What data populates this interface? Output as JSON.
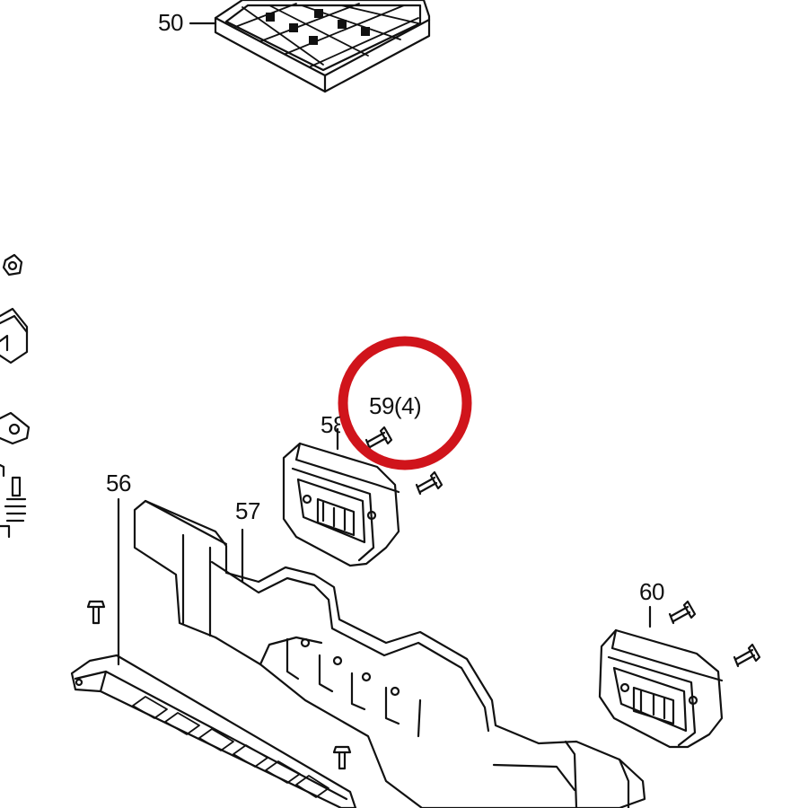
{
  "diagram": {
    "callouts": [
      {
        "id": "part-50",
        "text": "50"
      },
      {
        "id": "part-56",
        "text": "56"
      },
      {
        "id": "part-57",
        "text": "57"
      },
      {
        "id": "part-58",
        "text": "58"
      },
      {
        "id": "part-59",
        "text": "59(4)"
      },
      {
        "id": "part-60",
        "text": "60"
      }
    ],
    "highlight": {
      "target": "59(4)",
      "color": "#d0141b"
    },
    "line_color": "#111111"
  }
}
